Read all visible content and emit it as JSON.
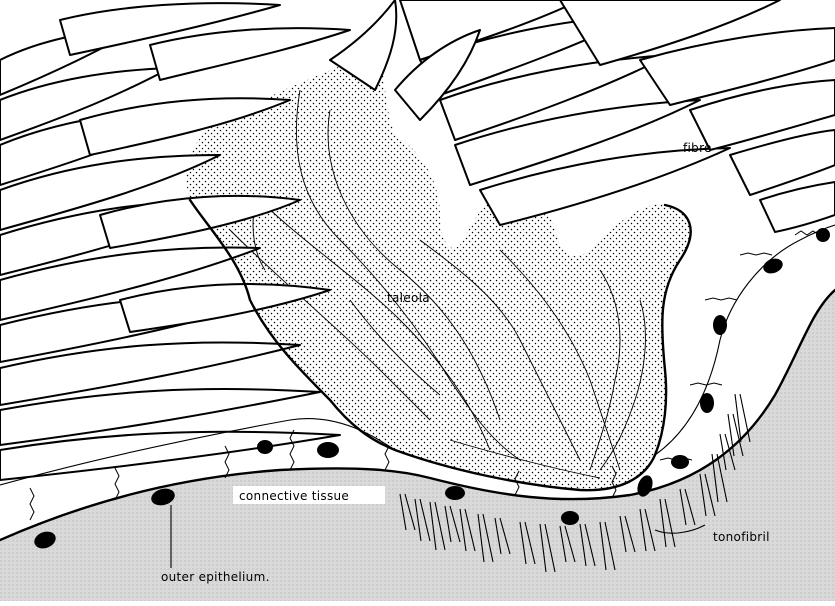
{
  "labels": {
    "fibre": "fibre",
    "taleola": "taleola",
    "connective_tissue": "connective tissue",
    "tonofibril": "tonofibril",
    "outer_epithelium": "outer epithelium."
  }
}
